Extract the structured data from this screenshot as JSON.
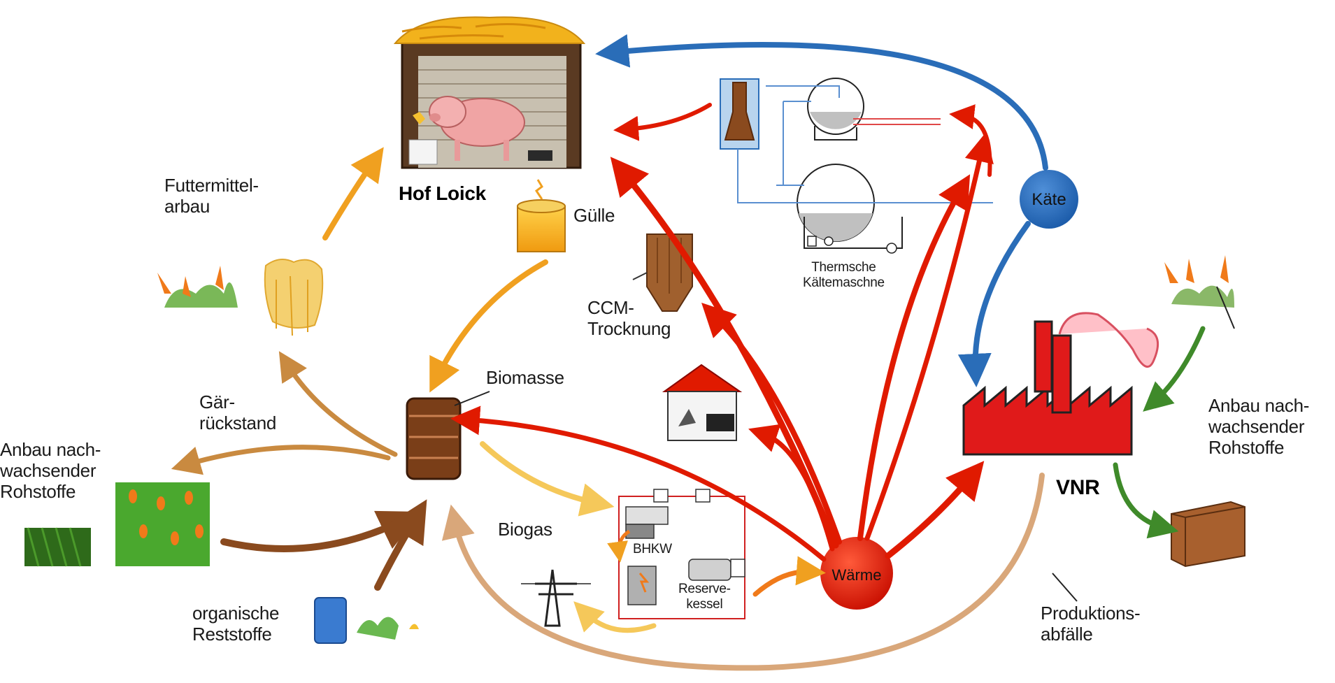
{
  "labels": {
    "hof_loick": "Hof Loick",
    "guelle": "Gülle",
    "futtermittelanbau": "Futtermittel-\narbau",
    "ccm_trocknung": "CCM-\nTrocknung",
    "thermische_kaeltemaschine": "Thermsche\nKältemaschne",
    "kaelte": "Käte",
    "biomasse": "Biomasse",
    "gaerrueckstand": "Gär-\nrückstand",
    "anbau_left": "Anbau nach-\nwachsender\nRohstoffe",
    "anbau_right": "Anbau nach-\nwachsender\nRohstoffe",
    "biogas": "Biogas",
    "bhkw": "BHKW",
    "reservekessel": "Reserve-\nkessel",
    "waerme": "Wärme",
    "vnr": "VNR",
    "organische_reststoffe": "organische\nReststoffe",
    "produktionsabfaelle": "Produktions-\nabfälle"
  },
  "colors": {
    "heat": "#e01a00",
    "cold": "#2a6db8",
    "manure": "#f0a020",
    "biomass": "#8a4a1e",
    "biogas": "#f5c85a",
    "green": "#3f8a2a",
    "waste": "#e0b890"
  }
}
